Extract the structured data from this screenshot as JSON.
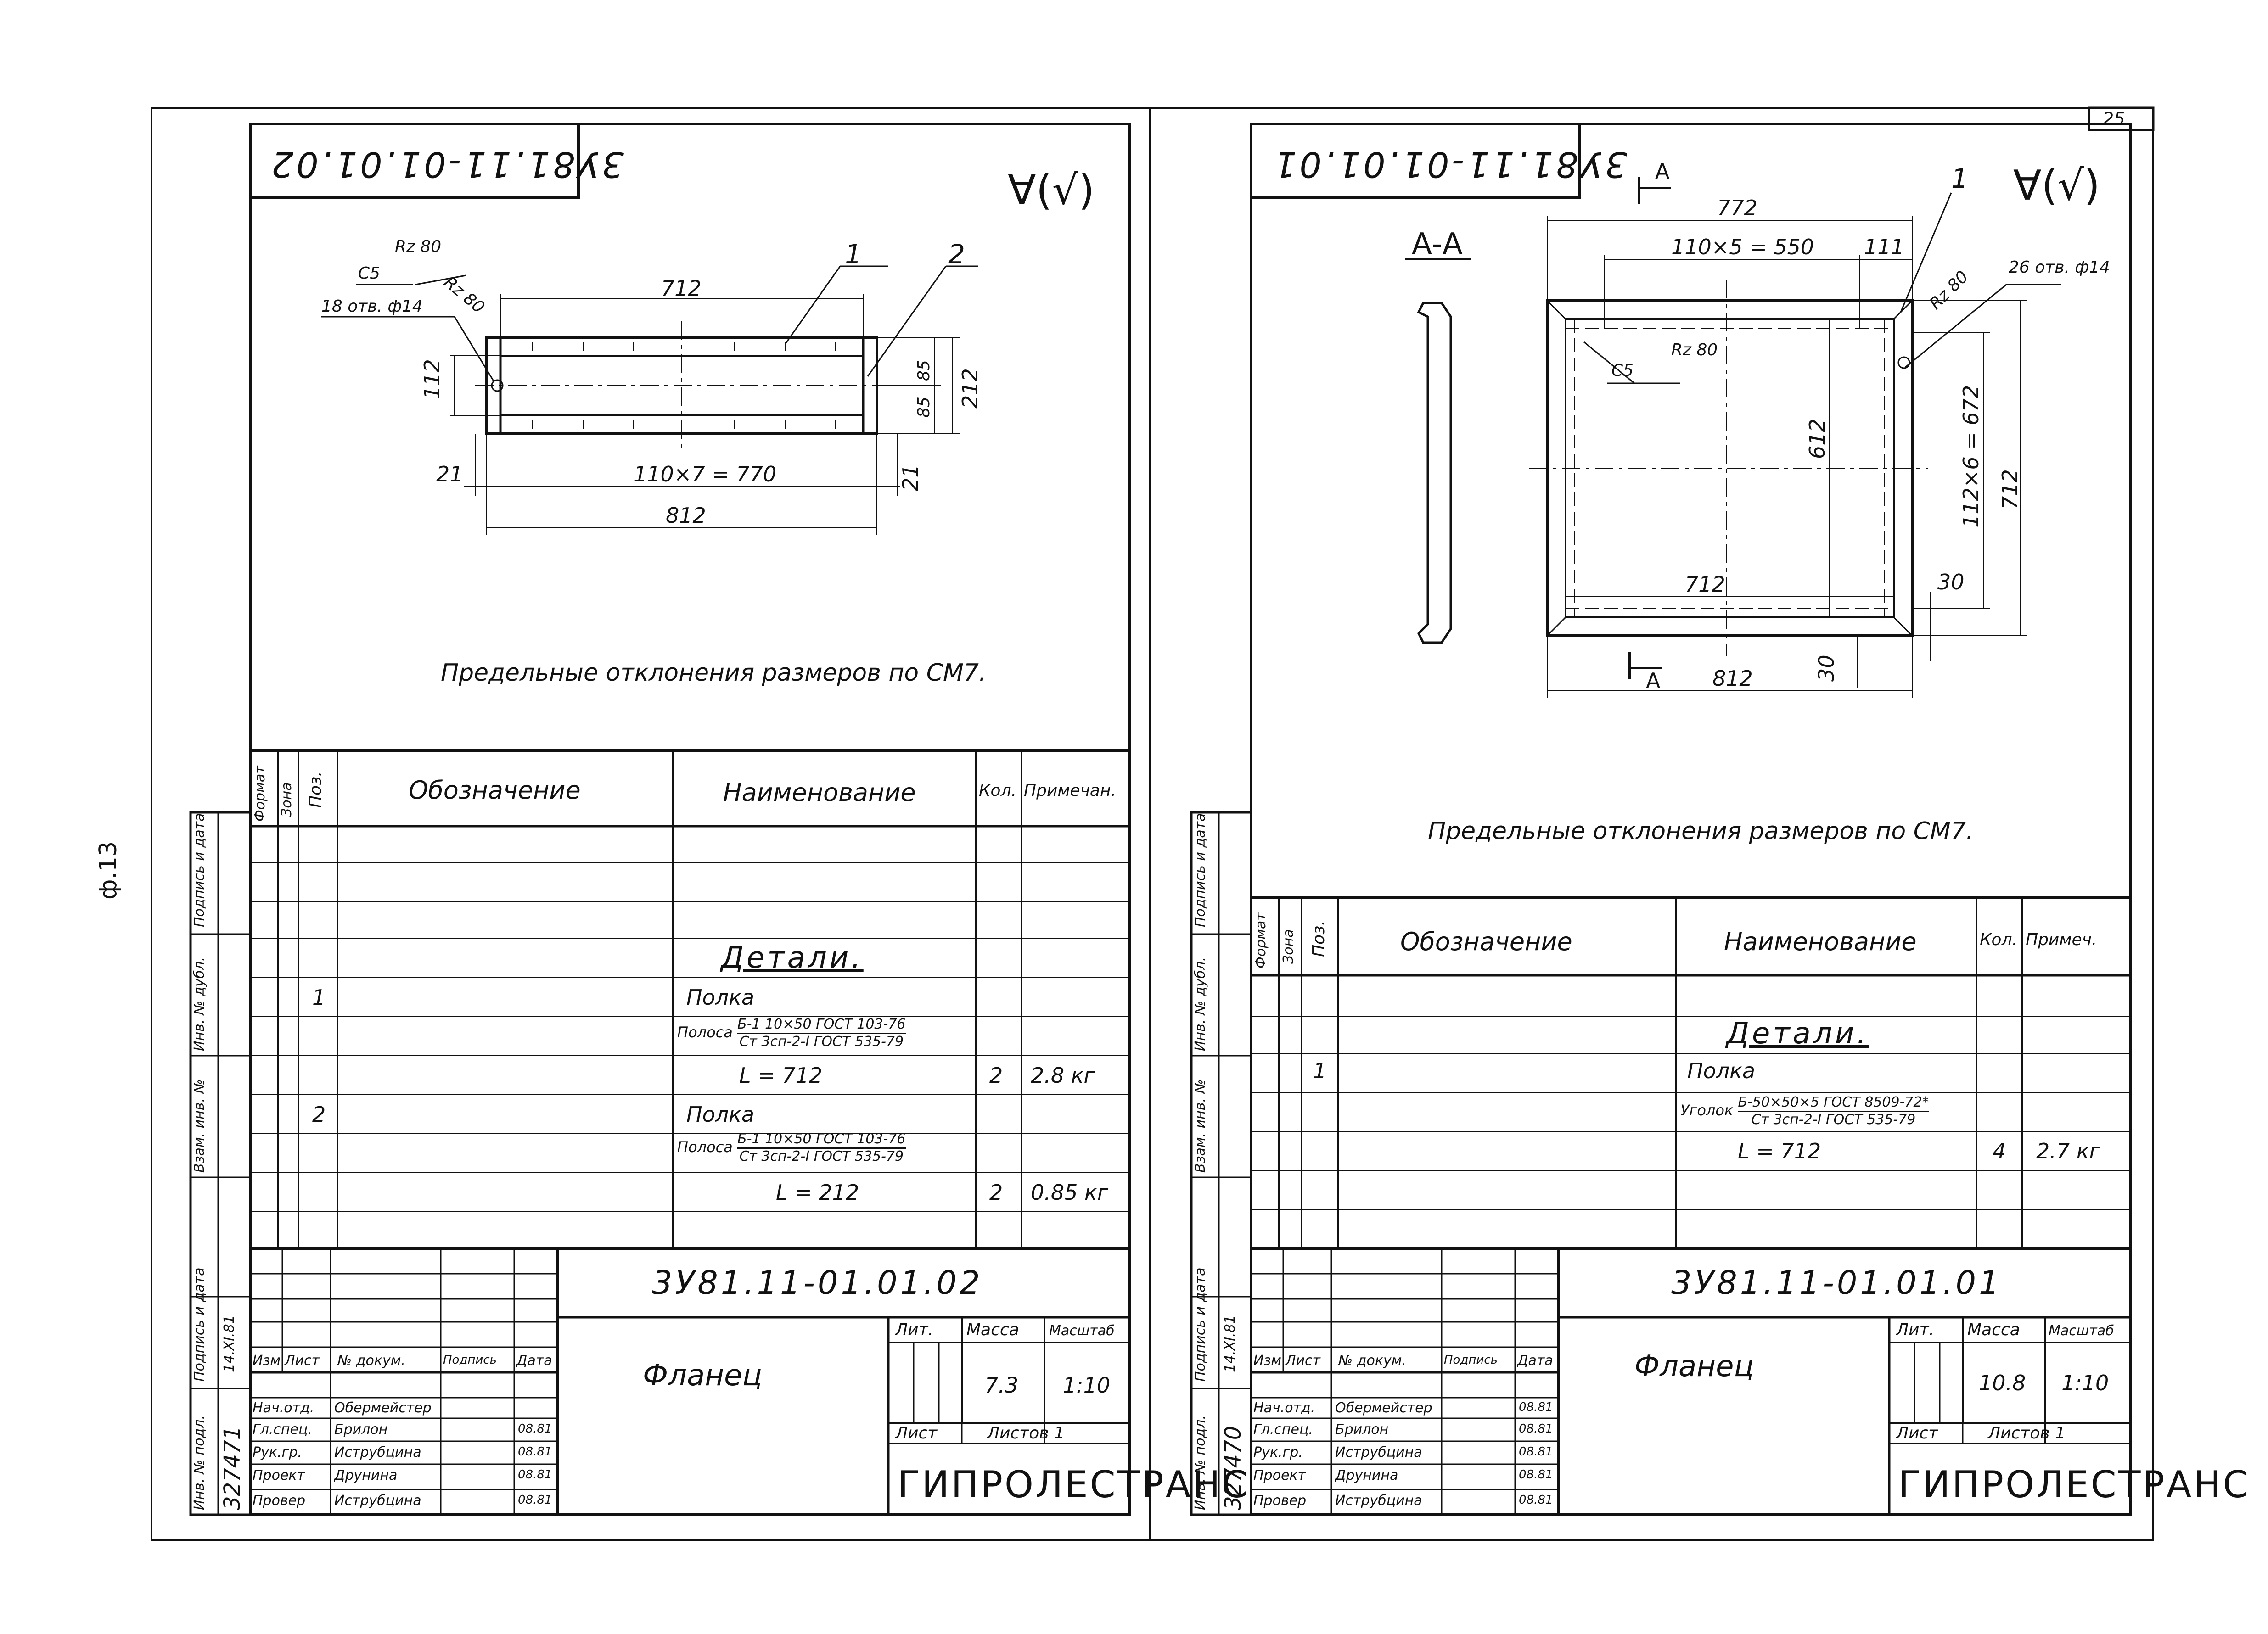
{
  "page_number": "25",
  "side_label": "ф.13",
  "left_sheet": {
    "stamp_code": "3У81.11-01.01.02",
    "roughness": "∀(√)",
    "dims": {
      "weld": "С5",
      "rz_top": "Rz 80",
      "rz_side": "Rz 80",
      "holes": "18 отв. ф14",
      "d712": "712",
      "d112": "112",
      "d85a": "85",
      "d85b": "85",
      "d212": "212",
      "d21a": "21",
      "d21b": "21",
      "pitch": "110×7 = 770",
      "d812": "812",
      "pos1": "1",
      "pos2": "2"
    },
    "note": "Предельные отклонения размеров по СМ7.",
    "spec_headers": {
      "format": "Формат",
      "zone": "Зона",
      "pos": "Поз.",
      "designation": "Обозначение",
      "name": "Наименование",
      "qty": "Кол.",
      "note": "Примечан."
    },
    "spec": {
      "section": "Детали.",
      "item1_pos": "1",
      "item1_name": "Полка",
      "item1_material": "Полоса",
      "item1_frac_top": "Б-1 10×50 ГОСТ 103-76",
      "item1_frac_bot": "Ст 3сп-2-I ГОСТ 535-79",
      "item1_length": "L = 712",
      "item1_qty": "2",
      "item1_note": "2.8 кг",
      "item2_pos": "2",
      "item2_name": "Полка",
      "item2_material": "Полоса",
      "item2_frac_top": "Б-1 10×50 ГОСТ 103-76",
      "item2_frac_bot": "Ст 3сп-2-I ГОСТ 535-79",
      "item2_length": "L = 212",
      "item2_qty": "2",
      "item2_note": "0.85 кг"
    },
    "title_block": {
      "doc_code": "3У81.11-01.01.02",
      "title": "Фланец",
      "lit": "Лит.",
      "mass_label": "Масса",
      "scale_label": "Масштаб",
      "mass": "7.3",
      "scale": "1:10",
      "sheet": "Лист",
      "sheets": "Листов 1",
      "org": "ГИПРОЛЕСТРАНС",
      "col_izm": "Изм",
      "col_list": "Лист",
      "col_doc": "№ докум.",
      "col_sign": "Подпись",
      "col_date": "Дата",
      "rows": [
        {
          "role": "Нач.отд.",
          "name": "Обермейстер",
          "date": ""
        },
        {
          "role": "Гл.спец.",
          "name": "Брилон",
          "date": "08.81"
        },
        {
          "role": "Рук.гр.",
          "name": "Иструбцина",
          "date": "08.81"
        },
        {
          "role": "Проект",
          "name": "Друнина",
          "date": "08.81"
        },
        {
          "role": "Провер",
          "name": "Иструбцина",
          "date": "08.81"
        }
      ]
    },
    "left_strip": {
      "inv_podl": "Инв. № подл.",
      "inv_number": "327471",
      "sign_date": "Подпись и дата",
      "sign_value": "14.XI.81",
      "vzam": "Взам. инв. №",
      "inv_dubl": "Инв. № дубл.",
      "sign_date2": "Подпись и дата"
    }
  },
  "right_sheet": {
    "stamp_code": "3У81.11-01.01.01",
    "roughness": "∀(√)",
    "section_label": "А-А",
    "cut_a": "А",
    "dims": {
      "d772": "772",
      "pitch_top": "110×5 = 550",
      "d111": "111",
      "rz": "Rz 80",
      "holes": "26 отв. ф14",
      "weld": "С5",
      "rz_inner": "Rz 80",
      "d612": "612",
      "pitch_side": "112×6 = 672",
      "d712_v": "712",
      "d712_h": "712",
      "d30a": "30",
      "d30b": "30",
      "d812": "812",
      "pos1": "1"
    },
    "note": "Предельные отклонения размеров по СМ7.",
    "spec_headers": {
      "format": "Формат",
      "zone": "Зона",
      "pos": "Поз.",
      "designation": "Обозначение",
      "name": "Наименование",
      "qty": "Кол.",
      "note": "Примеч."
    },
    "spec": {
      "section": "Детали.",
      "item1_pos": "1",
      "item1_name": "Полка",
      "item1_material": "Уголок",
      "item1_frac_top": "Б-50×50×5 ГОСТ 8509-72*",
      "item1_frac_bot": "Ст 3сп-2-I ГОСТ 535-79",
      "item1_length": "L = 712",
      "item1_qty": "4",
      "item1_note": "2.7 кг"
    },
    "title_block": {
      "doc_code": "3У81.11-01.01.01",
      "title": "Фланец",
      "lit": "Лит.",
      "mass_label": "Масса",
      "scale_label": "Масштаб",
      "mass": "10.8",
      "scale": "1:10",
      "sheet": "Лист",
      "sheets": "Листов 1",
      "org": "ГИПРОЛЕСТРАНС",
      "col_izm": "Изм",
      "col_list": "Лист",
      "col_doc": "№ докум.",
      "col_sign": "Подпись",
      "col_date": "Дата",
      "rows": [
        {
          "role": "Нач.отд.",
          "name": "Обермейстер",
          "date": "08.81"
        },
        {
          "role": "Гл.спец.",
          "name": "Брилон",
          "date": "08.81"
        },
        {
          "role": "Рук.гр.",
          "name": "Иструбцина",
          "date": "08.81"
        },
        {
          "role": "Проект",
          "name": "Друнина",
          "date": "08.81"
        },
        {
          "role": "Провер",
          "name": "Иструбцина",
          "date": "08.81"
        }
      ]
    },
    "left_strip": {
      "inv_podl": "Инв. № подл.",
      "inv_number": "327470",
      "sign_date": "Подпись и дата",
      "sign_value": "14.XI.81",
      "vzam": "Взам. инв. №",
      "inv_dubl": "Инв. № дубл.",
      "sign_date2": "Подпись и дата"
    }
  }
}
